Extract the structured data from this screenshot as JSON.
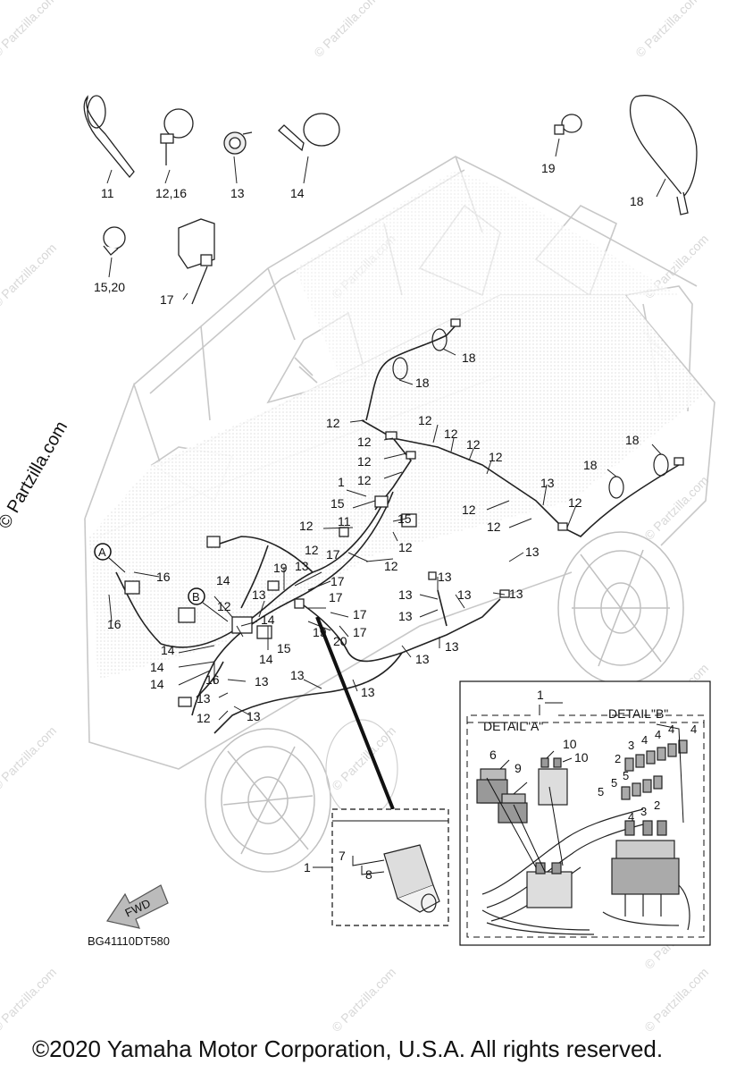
{
  "watermark": "© Partzilla.com",
  "side_watermark": "© Partzilla.com",
  "diagram_code": "BG41110DT580",
  "copyright": "©2020 Yamaha Motor Corporation, U.S.A. All rights reserved.",
  "detail_a_title": "DETAIL\"A\"",
  "detail_b_title": "DETAIL\"B\"",
  "callout_a": "A",
  "callout_b": "B",
  "fwd_label": "FWD",
  "parts_legend": {
    "p11": "11",
    "p12_16": "12,16",
    "p13": "13",
    "p14": "14",
    "p15_20": "15,20",
    "p17": "17",
    "p18": "18",
    "p19": "19"
  },
  "labels": {
    "n1": "1",
    "n2": "2",
    "n3": "3",
    "n4": "4",
    "n5": "5",
    "n6": "6",
    "n7": "7",
    "n8": "8",
    "n9": "9",
    "n10": "10",
    "n11": "11",
    "n12": "12",
    "n13": "13",
    "n14": "14",
    "n15": "15",
    "n16": "16",
    "n17": "17",
    "n18": "18",
    "n19": "19",
    "n20": "20"
  }
}
